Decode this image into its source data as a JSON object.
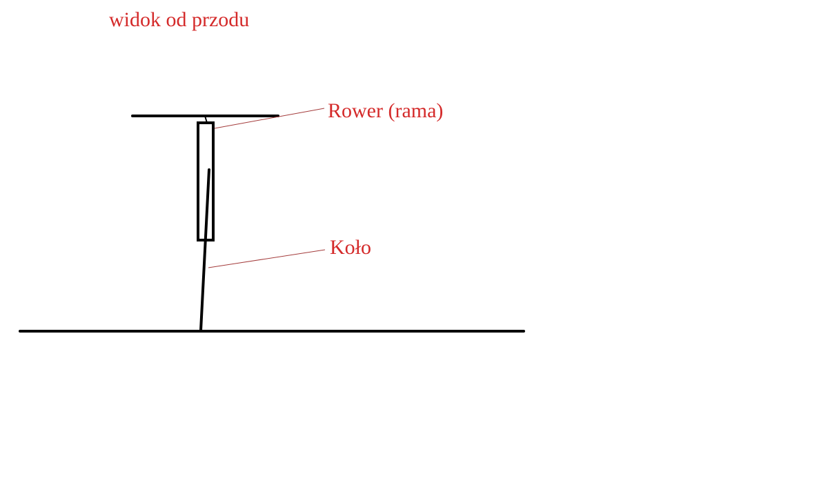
{
  "diagram": {
    "title": "widok od przodu",
    "labels": {
      "frame": "Rower (rama)",
      "wheel": "Koło"
    },
    "colors": {
      "text": "#d42a2a",
      "leader": "#a33a3a",
      "lines": "#000000"
    }
  }
}
